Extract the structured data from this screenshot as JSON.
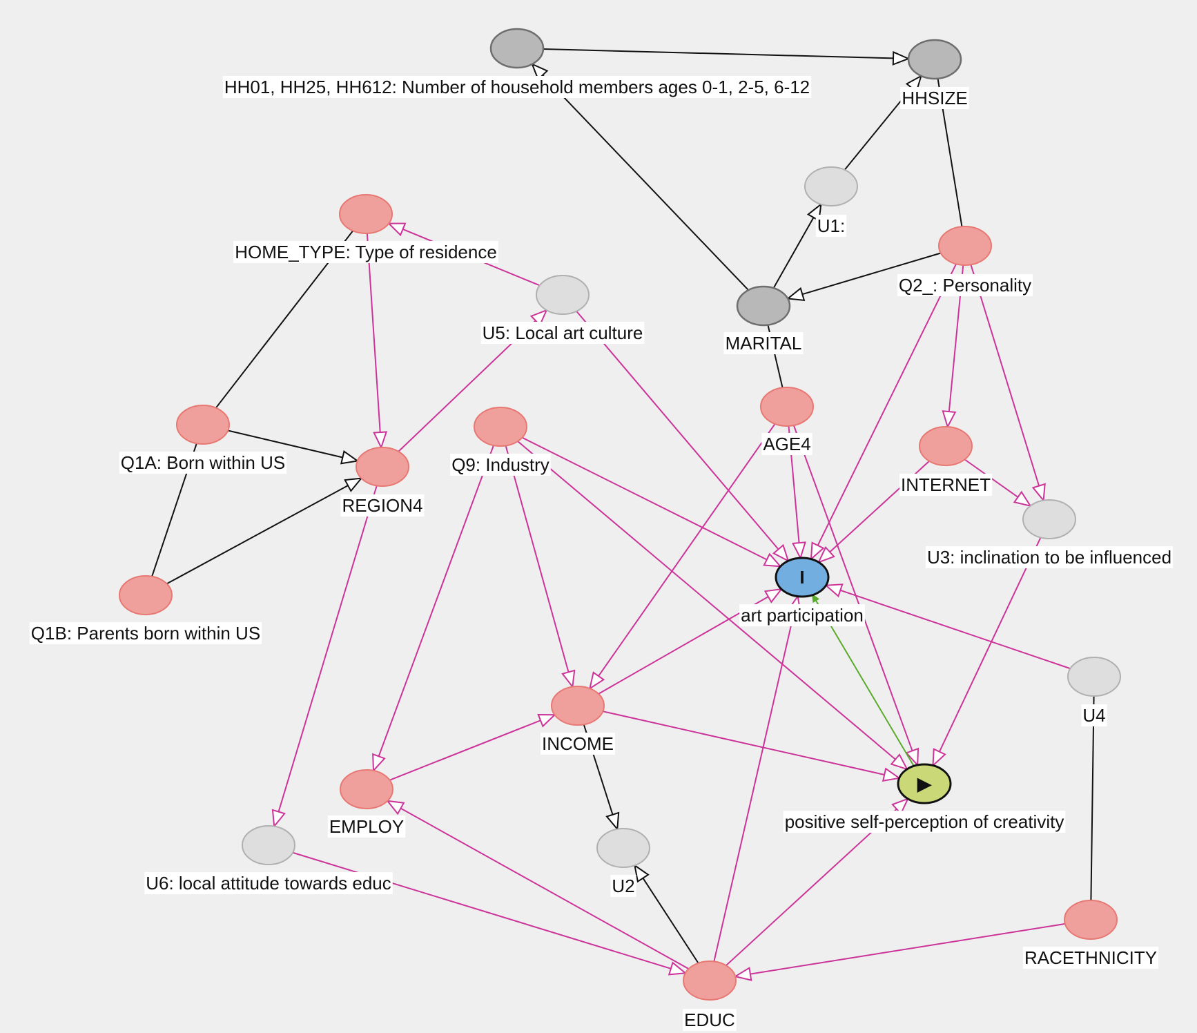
{
  "colors": {
    "background": "#efefef",
    "node_pink": "#f0a09c",
    "node_pink_stroke": "#e77873",
    "node_dark_gray": "#b8b8b8",
    "node_dark_gray_stroke": "#6e6e6e",
    "node_light_gray": "#dedede",
    "node_light_gray_stroke": "#b0b0b0",
    "node_exposure": "#72aee0",
    "node_outcome": "#cad878",
    "edge_black": "#111111",
    "edge_pink": "#cc3399",
    "edge_green": "#5aaa2a"
  },
  "nodes": [
    {
      "id": "HH",
      "label": "HH01, HH25, HH612: Number of household members ages 0-1, 2-5, 6-12",
      "kind": "dark"
    },
    {
      "id": "HHSIZE",
      "label": "HHSIZE",
      "kind": "dark"
    },
    {
      "id": "U1",
      "label": "U1:",
      "kind": "light"
    },
    {
      "id": "Q2",
      "label": "Q2_: Personality",
      "kind": "pink"
    },
    {
      "id": "MARITAL",
      "label": "MARITAL",
      "kind": "dark"
    },
    {
      "id": "HOME",
      "label": "HOME_TYPE: Type of residence",
      "kind": "pink"
    },
    {
      "id": "U5",
      "label": "U5: Local art culture",
      "kind": "light"
    },
    {
      "id": "Q1A",
      "label": "Q1A: Born within US",
      "kind": "pink"
    },
    {
      "id": "REGION4",
      "label": "REGION4",
      "kind": "pink"
    },
    {
      "id": "Q1B",
      "label": "Q1B: Parents born within US",
      "kind": "pink"
    },
    {
      "id": "Q9",
      "label": "Q9: Industry",
      "kind": "pink"
    },
    {
      "id": "AGE4",
      "label": "AGE4",
      "kind": "pink"
    },
    {
      "id": "INTERNET",
      "label": "INTERNET",
      "kind": "pink"
    },
    {
      "id": "U3",
      "label": "U3: inclination to be influenced",
      "kind": "light"
    },
    {
      "id": "ART",
      "label": "art participation",
      "kind": "exposure",
      "symbol": "I"
    },
    {
      "id": "U4",
      "label": "U4",
      "kind": "light"
    },
    {
      "id": "INCOME",
      "label": "INCOME",
      "kind": "pink"
    },
    {
      "id": "EMPLOY",
      "label": "EMPLOY",
      "kind": "pink"
    },
    {
      "id": "U6",
      "label": "U6: local attitude towards educ",
      "kind": "light"
    },
    {
      "id": "U2",
      "label": "U2",
      "kind": "light"
    },
    {
      "id": "OUT",
      "label": "positive self-perception of creativity",
      "kind": "outcome",
      "symbol": "▶"
    },
    {
      "id": "RACE",
      "label": "RACETHNICITY",
      "kind": "pink"
    },
    {
      "id": "EDUC",
      "label": "EDUC",
      "kind": "pink"
    }
  ],
  "edges": [
    {
      "from": "HH",
      "to": "HHSIZE",
      "type": "black"
    },
    {
      "from": "MARITAL",
      "to": "HH",
      "type": "black"
    },
    {
      "from": "U1",
      "to": "HHSIZE",
      "type": "black"
    },
    {
      "from": "MARITAL",
      "to": "U1",
      "type": "black"
    },
    {
      "from": "HHSIZE",
      "to": "Q2",
      "type": "line"
    },
    {
      "from": "Q2",
      "to": "MARITAL",
      "type": "black"
    },
    {
      "from": "MARITAL",
      "to": "AGE4",
      "type": "line"
    },
    {
      "from": "U5",
      "to": "HOME",
      "type": "pink"
    },
    {
      "from": "HOME",
      "to": "Q1A",
      "type": "line"
    },
    {
      "from": "HOME",
      "to": "REGION4",
      "type": "pink"
    },
    {
      "from": "Q1A",
      "to": "REGION4",
      "type": "black"
    },
    {
      "from": "Q1B",
      "to": "Q1A",
      "type": "line"
    },
    {
      "from": "Q1B",
      "to": "REGION4",
      "type": "black"
    },
    {
      "from": "REGION4",
      "to": "U5",
      "type": "pink"
    },
    {
      "from": "U5",
      "to": "ART",
      "type": "pink"
    },
    {
      "from": "REGION4",
      "to": "U6",
      "type": "pink"
    },
    {
      "from": "Q2",
      "to": "ART",
      "type": "pink"
    },
    {
      "from": "Q2",
      "to": "INTERNET",
      "type": "pink"
    },
    {
      "from": "Q2",
      "to": "U3",
      "type": "pink"
    },
    {
      "from": "INTERNET",
      "to": "U3",
      "type": "pink"
    },
    {
      "from": "INTERNET",
      "to": "ART",
      "type": "pink"
    },
    {
      "from": "AGE4",
      "to": "ART",
      "type": "pink"
    },
    {
      "from": "AGE4",
      "to": "OUT",
      "type": "pink"
    },
    {
      "from": "AGE4",
      "to": "INCOME",
      "type": "pink"
    },
    {
      "from": "Q9",
      "to": "ART",
      "type": "pink"
    },
    {
      "from": "Q9",
      "to": "OUT",
      "type": "pink"
    },
    {
      "from": "Q9",
      "to": "INCOME",
      "type": "pink"
    },
    {
      "from": "Q9",
      "to": "EMPLOY",
      "type": "pink"
    },
    {
      "from": "U3",
      "to": "OUT",
      "type": "pink"
    },
    {
      "from": "U4",
      "to": "ART",
      "type": "pink"
    },
    {
      "from": "U4",
      "to": "RACE",
      "type": "line"
    },
    {
      "from": "INCOME",
      "to": "ART",
      "type": "pink"
    },
    {
      "from": "INCOME",
      "to": "OUT",
      "type": "pink"
    },
    {
      "from": "INCOME",
      "to": "U2",
      "type": "black"
    },
    {
      "from": "EMPLOY",
      "to": "INCOME",
      "type": "pink"
    },
    {
      "from": "EDUC",
      "to": "EMPLOY",
      "type": "pink"
    },
    {
      "from": "EDUC",
      "to": "U2",
      "type": "black"
    },
    {
      "from": "EDUC",
      "to": "ART",
      "type": "pink"
    },
    {
      "from": "EDUC",
      "to": "OUT",
      "type": "pink"
    },
    {
      "from": "U6",
      "to": "EDUC",
      "type": "pink"
    },
    {
      "from": "RACE",
      "to": "EDUC",
      "type": "pink"
    },
    {
      "from": "OUT",
      "to": "ART",
      "type": "green"
    }
  ]
}
